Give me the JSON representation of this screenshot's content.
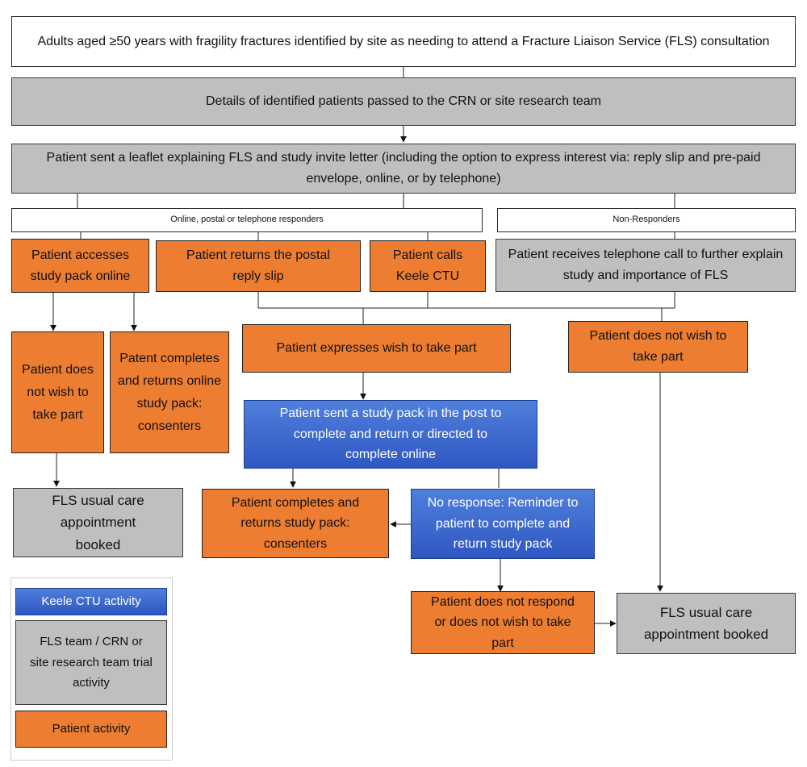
{
  "nodes": {
    "adults": "Adults  aged ≥50 years with fragility fractures identified by site as needing to attend a Fracture Liaison Service (FLS) consultation",
    "details": "Details of identified patients passed to the CRN or site research team",
    "leaflet": "Patient sent a leaflet explaining FLS and study invite letter (including the option to express interest via: reply slip and pre-paid envelope, online, or by telephone)",
    "responders_label": "Online, postal or telephone responders",
    "nonresponders_label": "Non-Responders",
    "accesses_online": "Patient accesses study pack online",
    "returns_postal": "Patient returns the postal reply slip",
    "calls_keele": "Patient calls Keele CTU",
    "telephone_call": "Patient receives telephone call to further explain study and importance of FLS",
    "not_wish_left": "Patient does not wish to take part",
    "completes_online": "Patent completes and returns online study pack: consenters",
    "expresses_wish": "Patient expresses wish to take part",
    "not_wish_right": "Patient does not wish to take part",
    "study_pack_post": "Patient sent a study pack in the post to complete and return or directed to complete online",
    "usual_care_left": "FLS usual care appointment booked",
    "completes_returns": "Patient completes and returns study pack: consenters",
    "reminder": "No response: Reminder to patient to complete and return study pack",
    "not_respond": "Patient does not respond or does not wish to take part",
    "usual_care_right": "FLS usual care appointment booked"
  },
  "legend": {
    "keele": "Keele CTU activity",
    "fls_team": "FLS team / CRN or site research team trial activity",
    "patient": "Patient activity"
  },
  "colors": {
    "patient_activity": "#ed7d31",
    "fls_team_activity": "#bfbfbf",
    "keele_activity": "#2f57c2"
  }
}
